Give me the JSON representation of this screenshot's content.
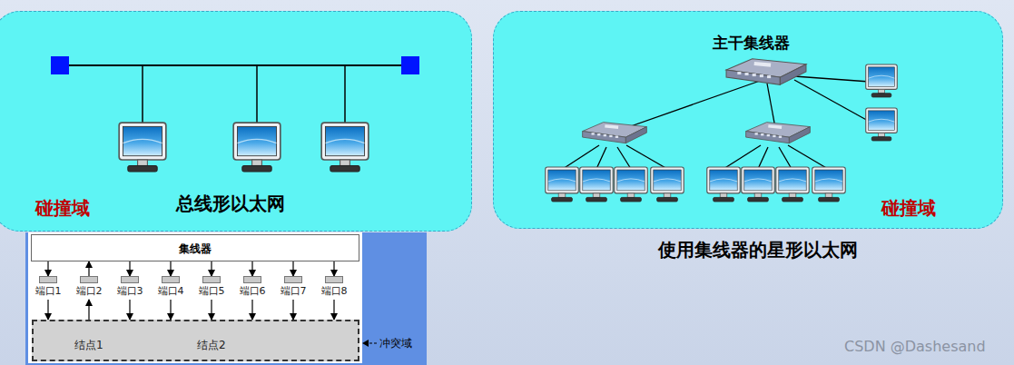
{
  "diagram": {
    "nodes": [
      {
        "text": [
          "碰撞域",
          "总线形以太网"
        ]
      },
      {
        "text": [
          "碰撞域"
        ]
      },
      {
        "text": [
          "集线器"
        ]
      },
      {
        "text": [
          "端口1"
        ]
      },
      {
        "text": [
          "端口2"
        ]
      },
      {
        "text": [
          "端口3"
        ]
      },
      {
        "text": [
          "端口4"
        ]
      },
      {
        "text": [
          "端口5"
        ]
      },
      {
        "text": [
          "端口6"
        ]
      },
      {
        "text": [
          "端口7"
        ]
      },
      {
        "text": [
          "端口8"
        ]
      },
      {
        "text": [
          "结点1",
          "结点2"
        ]
      }
    ],
    "edges": [
      {
        "from": 2,
        "to": 3,
        "arrow": "to"
      },
      {
        "from": 4,
        "to": 2,
        "arrow": "to"
      },
      {
        "from": 2,
        "to": 5,
        "arrow": "to"
      },
      {
        "from": 2,
        "to": 6,
        "arrow": "to"
      },
      {
        "from": 2,
        "to": 7,
        "arrow": "to"
      },
      {
        "from": 2,
        "to": 8,
        "arrow": "to"
      },
      {
        "from": 2,
        "to": 9,
        "arrow": "to"
      },
      {
        "from": 2,
        "to": 10,
        "arrow": "to"
      },
      {
        "from": 3,
        "to": 11,
        "arrow": "to"
      },
      {
        "from": 11,
        "to": 4,
        "arrow": "to"
      },
      {
        "from": 5,
        "to": 11,
        "arrow": "to"
      },
      {
        "from": 6,
        "to": 11,
        "arrow": "to"
      },
      {
        "from": 7,
        "to": 11,
        "arrow": "to"
      },
      {
        "from": 8,
        "to": 11,
        "arrow": "to"
      },
      {
        "from": 9,
        "to": 11,
        "arrow": "to"
      },
      {
        "from": 10,
        "to": 11,
        "arrow": "to"
      }
    ],
    "labels": [
      "主干集线器",
      "使用集线器的星形以太网",
      "冲突域",
      "CSDN @Dashesand"
    ]
  }
}
